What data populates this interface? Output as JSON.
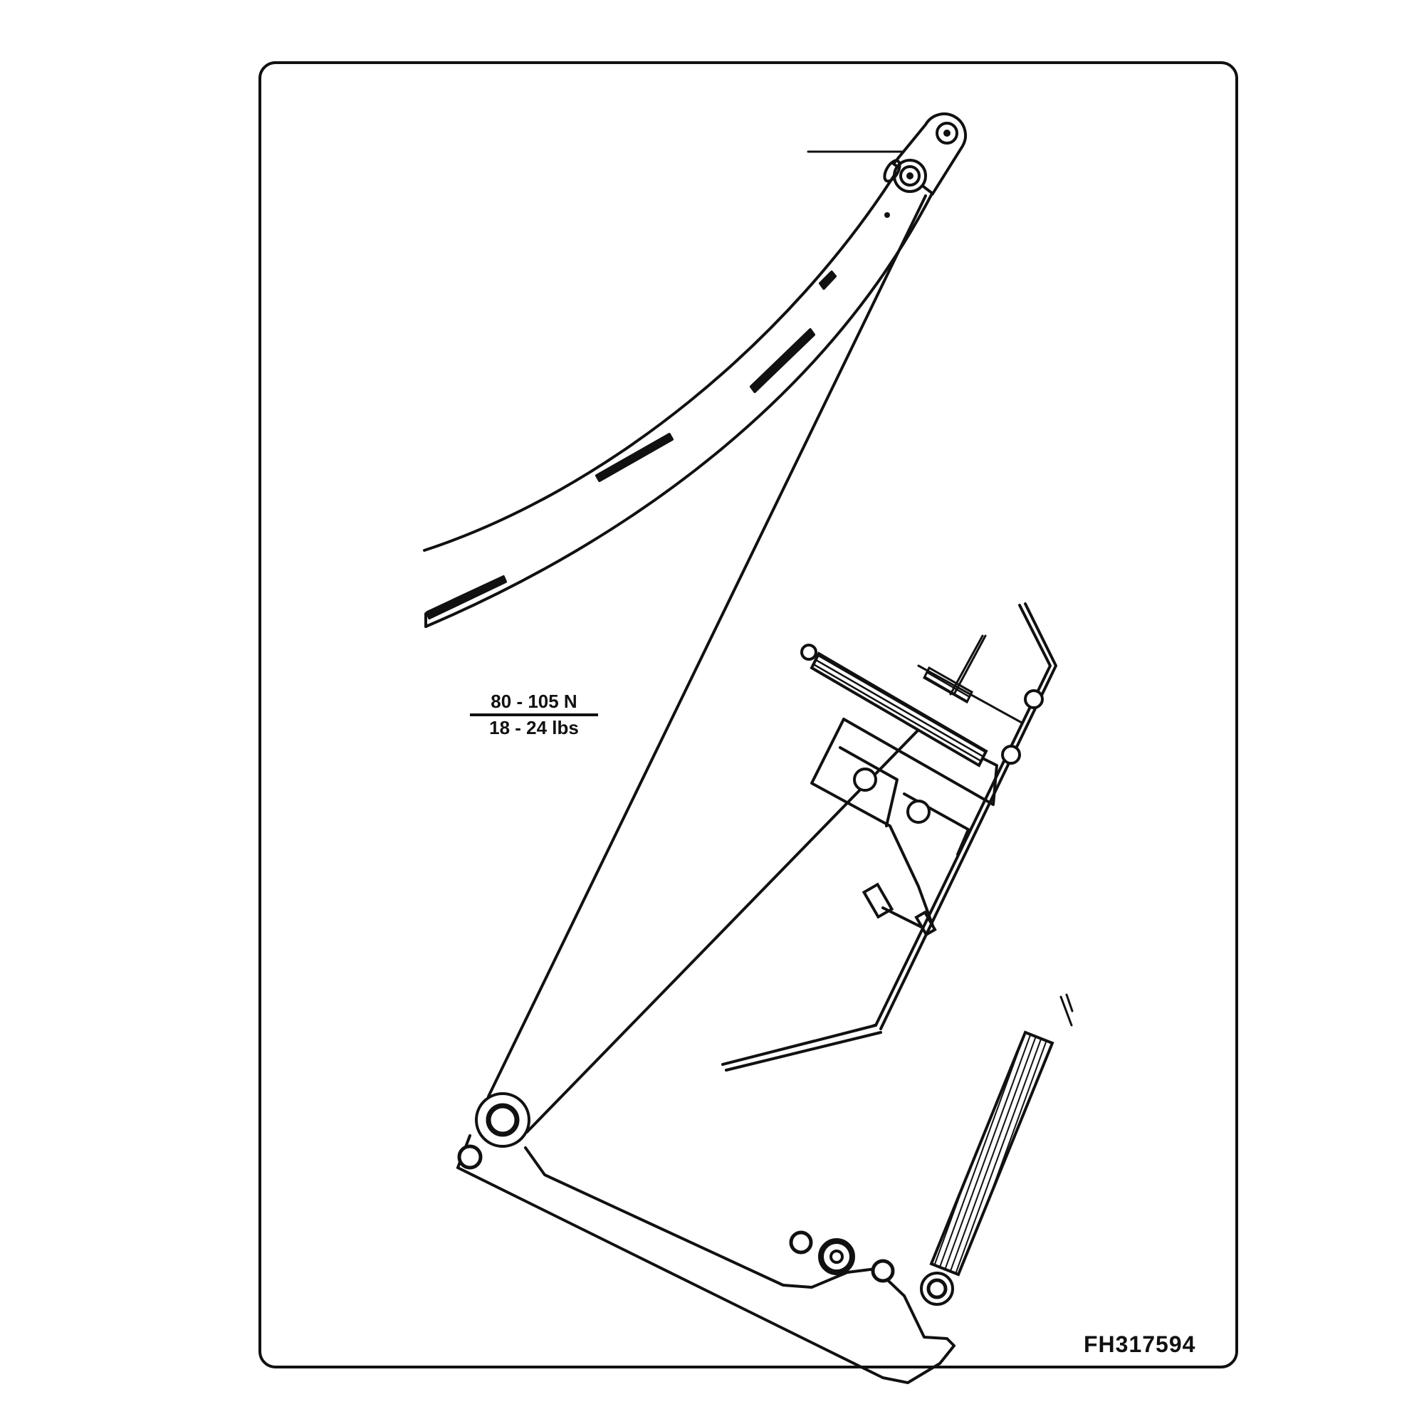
{
  "diagram": {
    "type": "technical-assembly-illustration",
    "subject": "lever linkage with tension springs and bracket",
    "force_label": {
      "newtons": "80 - 105 N",
      "pounds": "18 - 24 lbs"
    },
    "figure_id": "FH317594",
    "colors": {
      "line": "#111111",
      "background": "#ffffff"
    },
    "components": [
      {
        "name": "curved-lever-arm",
        "description": "long curved arm with slots, pivoting at top"
      },
      {
        "name": "top-pivot-link",
        "description": "short link with two bolts at top end"
      },
      {
        "name": "long-rod",
        "description": "straight rod from top pivot down to lower arm"
      },
      {
        "name": "upper-tension-spring",
        "description": "spring with threaded adjuster on bracket"
      },
      {
        "name": "mounting-bracket",
        "description": "bent plate bracket with two nut holes"
      },
      {
        "name": "bent-rod",
        "description": "angled rod through bracket"
      },
      {
        "name": "lower-arm",
        "description": "bottom arm plate with multiple holes"
      },
      {
        "name": "lower-tension-spring",
        "description": "long coil spring attached to lower arm end"
      }
    ],
    "leader_lines": 2
  }
}
